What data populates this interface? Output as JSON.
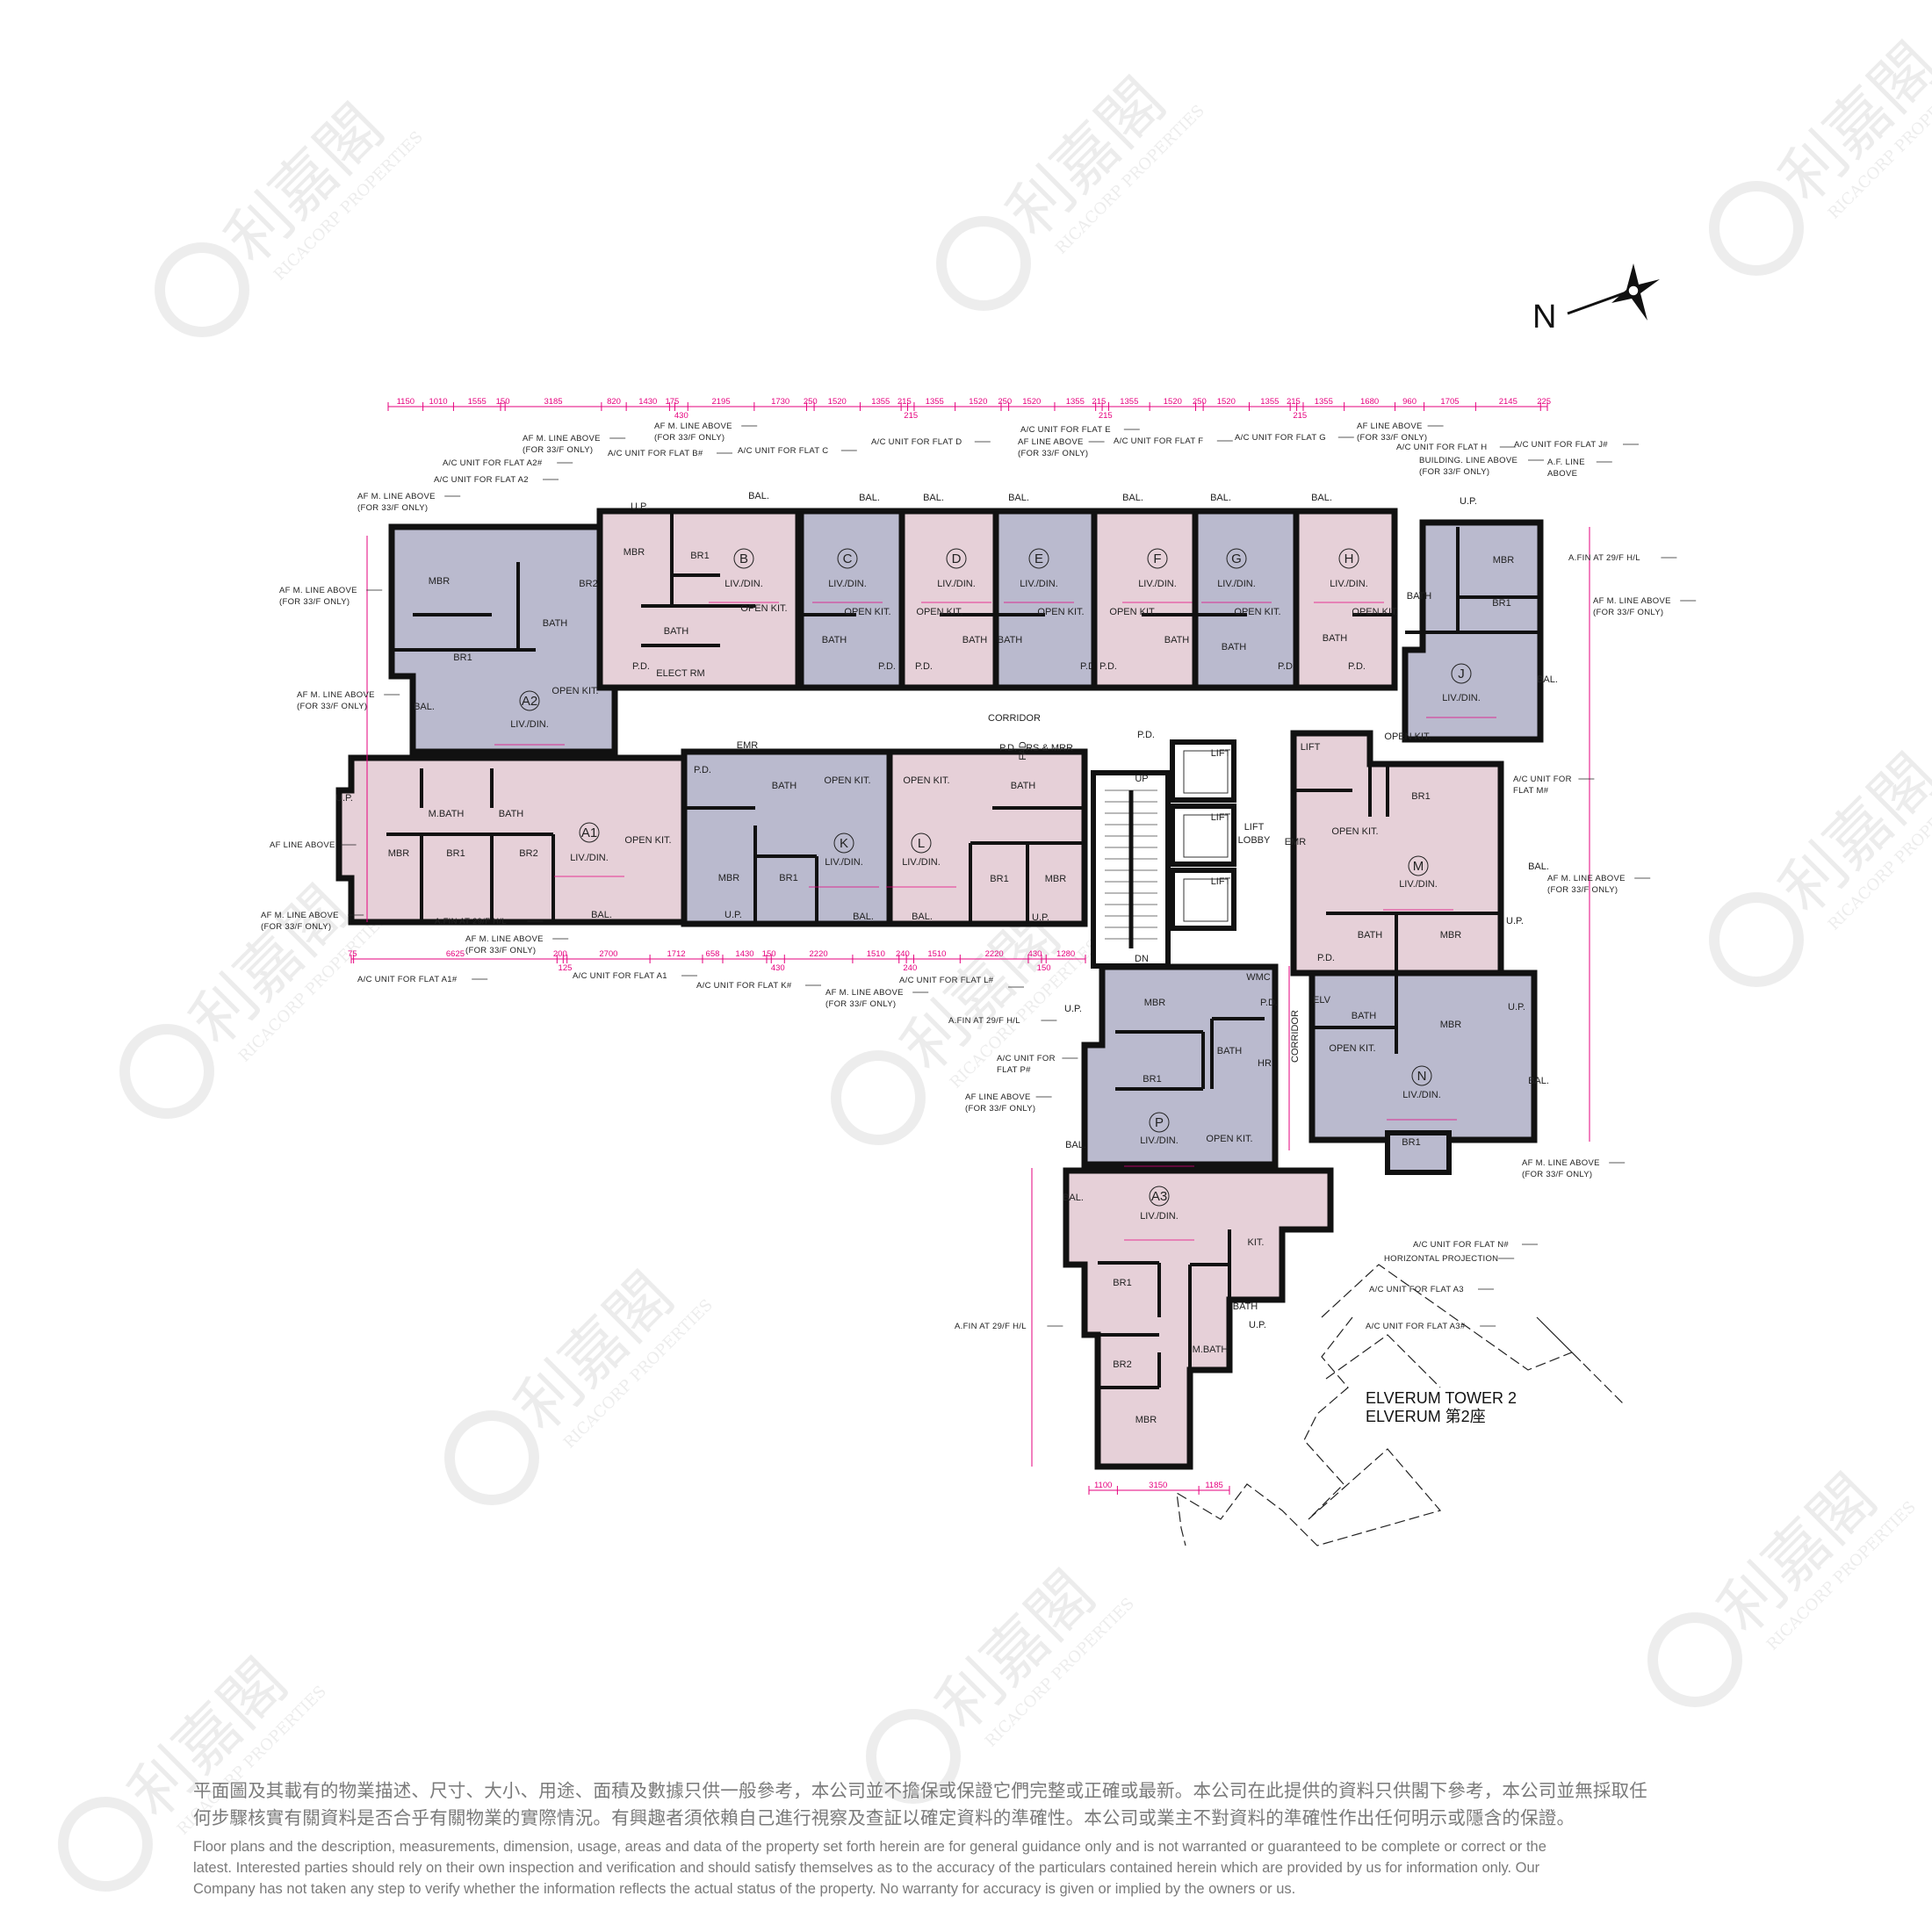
{
  "colors": {
    "pink": "#e6d0d8",
    "lavender": "#babace",
    "wall": "#111111",
    "dimension": "#e6007e",
    "text": "#222222"
  },
  "north": {
    "label": "N",
    "icon": "north-arrow-star-icon"
  },
  "title": {
    "line1": "ELVERUM TOWER 2",
    "line2": "ELVERUM 第2座"
  },
  "watermark": {
    "text_zh": "利嘉閣",
    "text_en": "RICACORP PROPERTIES"
  },
  "top_dimensions": [
    1150,
    1010,
    1555,
    150,
    3185,
    820,
    1430,
    175,
    430,
    2195,
    1730,
    250,
    1520,
    1355,
    215,
    215,
    1355,
    1520,
    250,
    1520,
    1355,
    215,
    215,
    1355,
    1520,
    250,
    1520,
    1355,
    215,
    215,
    1355,
    1680,
    960,
    1705,
    2145,
    225
  ],
  "bottom_dimensions": [
    75,
    6625,
    200,
    125,
    2700,
    1712,
    658,
    1430,
    150,
    430,
    2220,
    1510,
    240,
    240,
    1510,
    2220,
    430,
    150,
    1280
  ],
  "a3_dimensions": [
    1100,
    3150,
    1185
  ],
  "units": [
    {
      "id": "A2",
      "tone": "lavender",
      "rooms": [
        "MBR",
        "BR2",
        "BATH",
        "BR1",
        "LIV./DIN.",
        "OPEN KIT.",
        "BAL."
      ]
    },
    {
      "id": "B",
      "tone": "pink",
      "rooms": [
        "MBR",
        "BR1",
        "LIV./DIN.",
        "OPEN KIT.",
        "BATH",
        "U.P.",
        "BAL.",
        "P.D.",
        "ELECT RM"
      ]
    },
    {
      "id": "C",
      "tone": "lavender",
      "rooms": [
        "LIV./DIN.",
        "OPEN KIT.",
        "BATH",
        "BAL.",
        "P.D."
      ]
    },
    {
      "id": "D",
      "tone": "pink",
      "rooms": [
        "LIV./DIN.",
        "OPEN KIT.",
        "BATH",
        "BAL.",
        "P.D."
      ]
    },
    {
      "id": "E",
      "tone": "lavender",
      "rooms": [
        "LIV./DIN.",
        "OPEN KIT.",
        "BATH",
        "BAL.",
        "P.D."
      ]
    },
    {
      "id": "F",
      "tone": "pink",
      "rooms": [
        "LIV./DIN.",
        "OPEN KIT.",
        "BATH",
        "BAL.",
        "P.D."
      ]
    },
    {
      "id": "G",
      "tone": "lavender",
      "rooms": [
        "LIV./DIN.",
        "OPEN KIT.",
        "BATH",
        "BAL.",
        "P.D."
      ]
    },
    {
      "id": "H",
      "tone": "pink",
      "rooms": [
        "LIV./DIN.",
        "OPEN KIT.",
        "BATH",
        "BAL.",
        "P.D."
      ]
    },
    {
      "id": "J",
      "tone": "lavender",
      "rooms": [
        "MBR",
        "BR1",
        "BATH",
        "LIV./DIN.",
        "BAL.",
        "U.P.",
        "OPEN KIT."
      ]
    },
    {
      "id": "A1",
      "tone": "pink",
      "rooms": [
        "MBR",
        "BR1",
        "BR2",
        "M.BATH",
        "BATH",
        "LIV./DIN.",
        "OPEN KIT.",
        "BAL.",
        "U.P."
      ]
    },
    {
      "id": "K",
      "tone": "lavender",
      "rooms": [
        "MBR",
        "BR1",
        "LIV./DIN.",
        "OPEN KIT.",
        "BATH",
        "EMR",
        "U.P.",
        "BAL.",
        "P.D."
      ]
    },
    {
      "id": "L",
      "tone": "pink",
      "rooms": [
        "LIV./DIN.",
        "OPEN KIT.",
        "BR1",
        "MBR",
        "BATH",
        "U.P.",
        "BAL.",
        "P.D."
      ]
    },
    {
      "id": "M",
      "tone": "pink",
      "rooms": [
        "LIFT",
        "EMR",
        "BR1",
        "OPEN KIT.",
        "LIV./DIN.",
        "BATH",
        "MBR",
        "BAL.",
        "U.P."
      ]
    },
    {
      "id": "N",
      "tone": "lavender",
      "rooms": [
        "MBR",
        "BATH",
        "OPEN KIT.",
        "LIV./DIN.",
        "BR1",
        "BAL.",
        "ELV",
        "P.D.",
        "U.P."
      ]
    },
    {
      "id": "P",
      "tone": "lavender",
      "rooms": [
        "MBR",
        "BR1",
        "BATH",
        "LIV./DIN.",
        "OPEN KIT.",
        "U.P.",
        "BAL.",
        "WMC",
        "P.D.",
        "HR"
      ]
    },
    {
      "id": "A3",
      "tone": "pink",
      "rooms": [
        "LIV./DIN.",
        "BAL.",
        "BR1",
        "BR2",
        "MBR",
        "KIT.",
        "BATH",
        "M.BATH",
        "U.P."
      ]
    }
  ],
  "core": {
    "lifts": [
      "LIFT",
      "LIFT",
      "LIFT"
    ],
    "lift_lobby": "LIFT LOBBY",
    "corridor_h": "CORRIDOR",
    "corridor_v": "CORRIDOR",
    "pd": "P.D.",
    "rs_mrr": "RS & MRR",
    "fad": "FAD",
    "up": "UP",
    "dn": "DN"
  },
  "callouts": [
    [
      "AF M. LINE ABOVE",
      "(FOR 33/F ONLY)"
    ],
    [
      "A/C UNIT FOR FLAT A2"
    ],
    [
      "A/C UNIT FOR FLAT A2#"
    ],
    [
      "AF M. LINE ABOVE",
      "(FOR 33/F ONLY)"
    ],
    [
      "A/C UNIT FOR FLAT B#"
    ],
    [
      "AF M. LINE ABOVE",
      "(FOR 33/F ONLY)"
    ],
    [
      "A/C UNIT FOR FLAT C"
    ],
    [
      "A/C UNIT FOR FLAT D"
    ],
    [
      "A/C UNIT FOR FLAT E"
    ],
    [
      "AF LINE ABOVE",
      "(FOR 33/F ONLY)"
    ],
    [
      "A/C UNIT FOR FLAT F"
    ],
    [
      "A/C UNIT FOR FLAT G"
    ],
    [
      "AF LINE ABOVE",
      "(FOR 33/F ONLY)"
    ],
    [
      "A/C UNIT FOR FLAT H"
    ],
    [
      "BUILDING. LINE ABOVE",
      "(FOR 33/F ONLY)"
    ],
    [
      "A/C UNIT FOR FLAT J#"
    ],
    [
      "A.F. LINE",
      "ABOVE"
    ],
    [
      "A.FIN AT 29/F H/L"
    ],
    [
      "AF M. LINE ABOVE",
      "(FOR 33/F ONLY)"
    ],
    [
      "AF M. LINE ABOVE",
      "(FOR 33/F ONLY)"
    ],
    [
      "AF M. LINE ABOVE",
      "(FOR 33/F ONLY)"
    ],
    [
      "AF LINE ABOVE"
    ],
    [
      "AF M. LINE ABOVE",
      "(FOR 33/F ONLY)"
    ],
    [
      "A.FIN AT 29/F H/L"
    ],
    [
      "AF M. LINE ABOVE",
      "(FOR 33/F ONLY)"
    ],
    [
      "A/C UNIT FOR FLAT A1#"
    ],
    [
      "A/C UNIT FOR FLAT A1"
    ],
    [
      "A/C UNIT FOR FLAT K#"
    ],
    [
      "AF M. LINE ABOVE",
      "(FOR 33/F ONLY)"
    ],
    [
      "A/C UNIT FOR FLAT L#"
    ],
    [
      "A.FIN AT 29/F H/L"
    ],
    [
      "A/C UNIT FOR",
      "FLAT P#"
    ],
    [
      "AF LINE ABOVE",
      "(FOR 33/F ONLY)"
    ],
    [
      "A/C UNIT FOR",
      "FLAT M#"
    ],
    [
      "AF M. LINE ABOVE",
      "(FOR 33/F ONLY)"
    ],
    [
      "AF M. LINE ABOVE",
      "(FOR 33/F ONLY)"
    ],
    [
      "A/C UNIT FOR FLAT N#"
    ],
    [
      "HORIZONTAL PROJECTION"
    ],
    [
      "A/C UNIT FOR FLAT A3"
    ],
    [
      "A/C UNIT FOR FLAT A3#"
    ],
    [
      "A.FIN AT 29/F H/L"
    ]
  ],
  "disclaimer": {
    "zh_line1": "平面圖及其載有的物業描述、尺寸、大小、用途、面積及數據只供一般參考，本公司並不擔保或保證它們完整或正確或最新。本公司在此提供的資料只供閣下參考，本公司並無採取任",
    "zh_line2": "何步驟核實有關資料是否合乎有關物業的實際情況。有興趣者須依賴自己進行視察及查証以確定資料的準確性。本公司或業主不對資料的準確性作出任何明示或隱含的保證。",
    "en_line1": "Floor plans and the description, measurements, dimension, usage, areas and data of the property set forth herein are for general guidance only and is not warranted or guaranteed to be complete or correct or the",
    "en_line2": "latest. Interested parties should rely on their own inspection and verification and should satisfy themselves as to the accuracy of the particulars contained herein which are provided by us for information only.  Our",
    "en_line3": "Company has not taken any step to verify whether the information reflects the actual status of the property.  No warranty for accuracy is given or implied by the owners or us."
  }
}
